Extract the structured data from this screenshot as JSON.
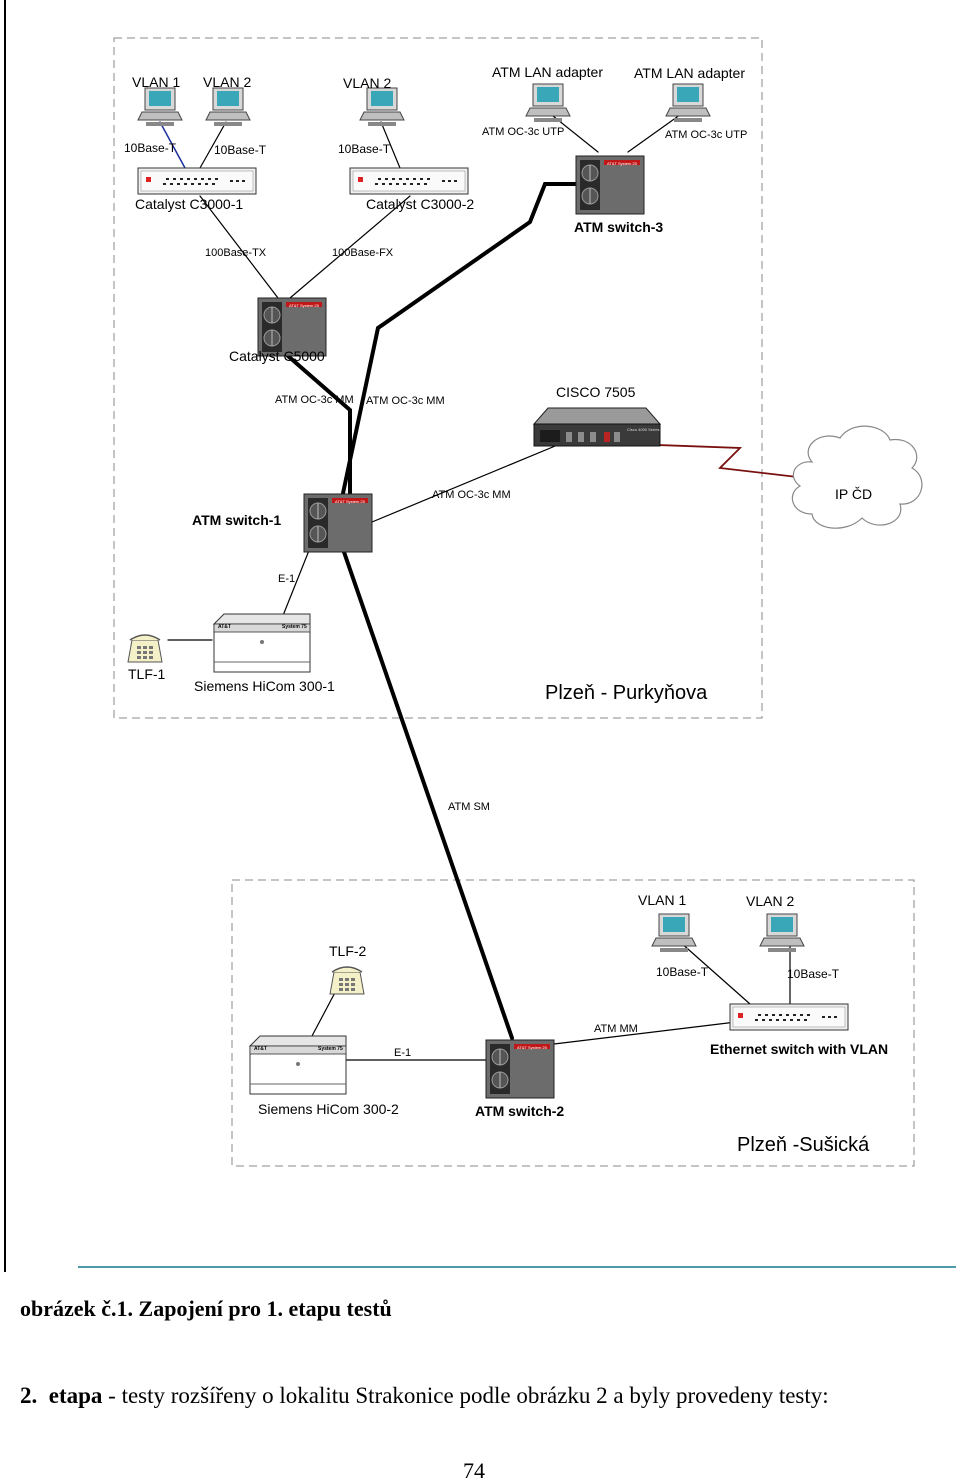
{
  "diagram": {
    "purkynova": {
      "vlan1": "VLAN 1",
      "vlan2a": "VLAN 2",
      "vlan2b": "VLAN 2",
      "atm_lan_adapter_1": "ATM LAN adapter",
      "atm_lan_adapter_2": "ATM LAN adapter",
      "base_t_1": "10Base-T",
      "base_t_2": "10Base-T",
      "base_t_3": "10Base-T",
      "oc3c_utp_1": "ATM OC-3c UTP",
      "oc3c_utp_2": "ATM OC-3c UTP",
      "catalyst_3000_1": "Catalyst C3000-1",
      "catalyst_3000_2": "Catalyst C3000-2",
      "atm_switch_3": "ATM switch-3",
      "base_tx": "100Base-TX",
      "base_fx": "100Base-FX",
      "catalyst_5000": "Catalyst C5000",
      "oc3c_mm_1": "ATM OC-3c MM",
      "oc3c_mm_2": "ATM OC-3c MM",
      "oc3c_mm_3": "ATM OC-3c MM",
      "cisco_7505": "CISCO 7505",
      "ip_cd": "IP ČD",
      "atm_switch_1": "ATM switch-1",
      "e1": "E-1",
      "tlf1": "TLF-1",
      "hicom_1": "Siemens HiCom 300-1",
      "site": "Plzeň - Purkyňova"
    },
    "link": {
      "atm_sm": "ATM SM"
    },
    "susicka": {
      "vlan1": "VLAN 1",
      "vlan2": "VLAN 2",
      "tlf2": "TLF-2",
      "base_t_1": "10Base-T",
      "base_t_2": "10Base-T",
      "atm_mm": "ATM MM",
      "e1": "E-1",
      "eth_switch": "Ethernet switch with VLAN",
      "hicom_2": "Siemens HiCom 300-2",
      "atm_switch_2": "ATM switch-2",
      "site": "Plzeň -Sušická"
    },
    "device_text": {
      "att_system": "AT&T System 25",
      "att": "AT&T",
      "system75": "System 75",
      "cisco_series": "Cisco 4000 Series"
    }
  },
  "caption": "obrázek č.1. Zapojení pro 1. etapu testů",
  "paragraph": {
    "number": "2.",
    "bold": "etapa",
    "rest": " - testy rozšířeny o lokalitu Strakonice podle obrázku 2 a byly provedeny testy:"
  },
  "page_number": "74"
}
